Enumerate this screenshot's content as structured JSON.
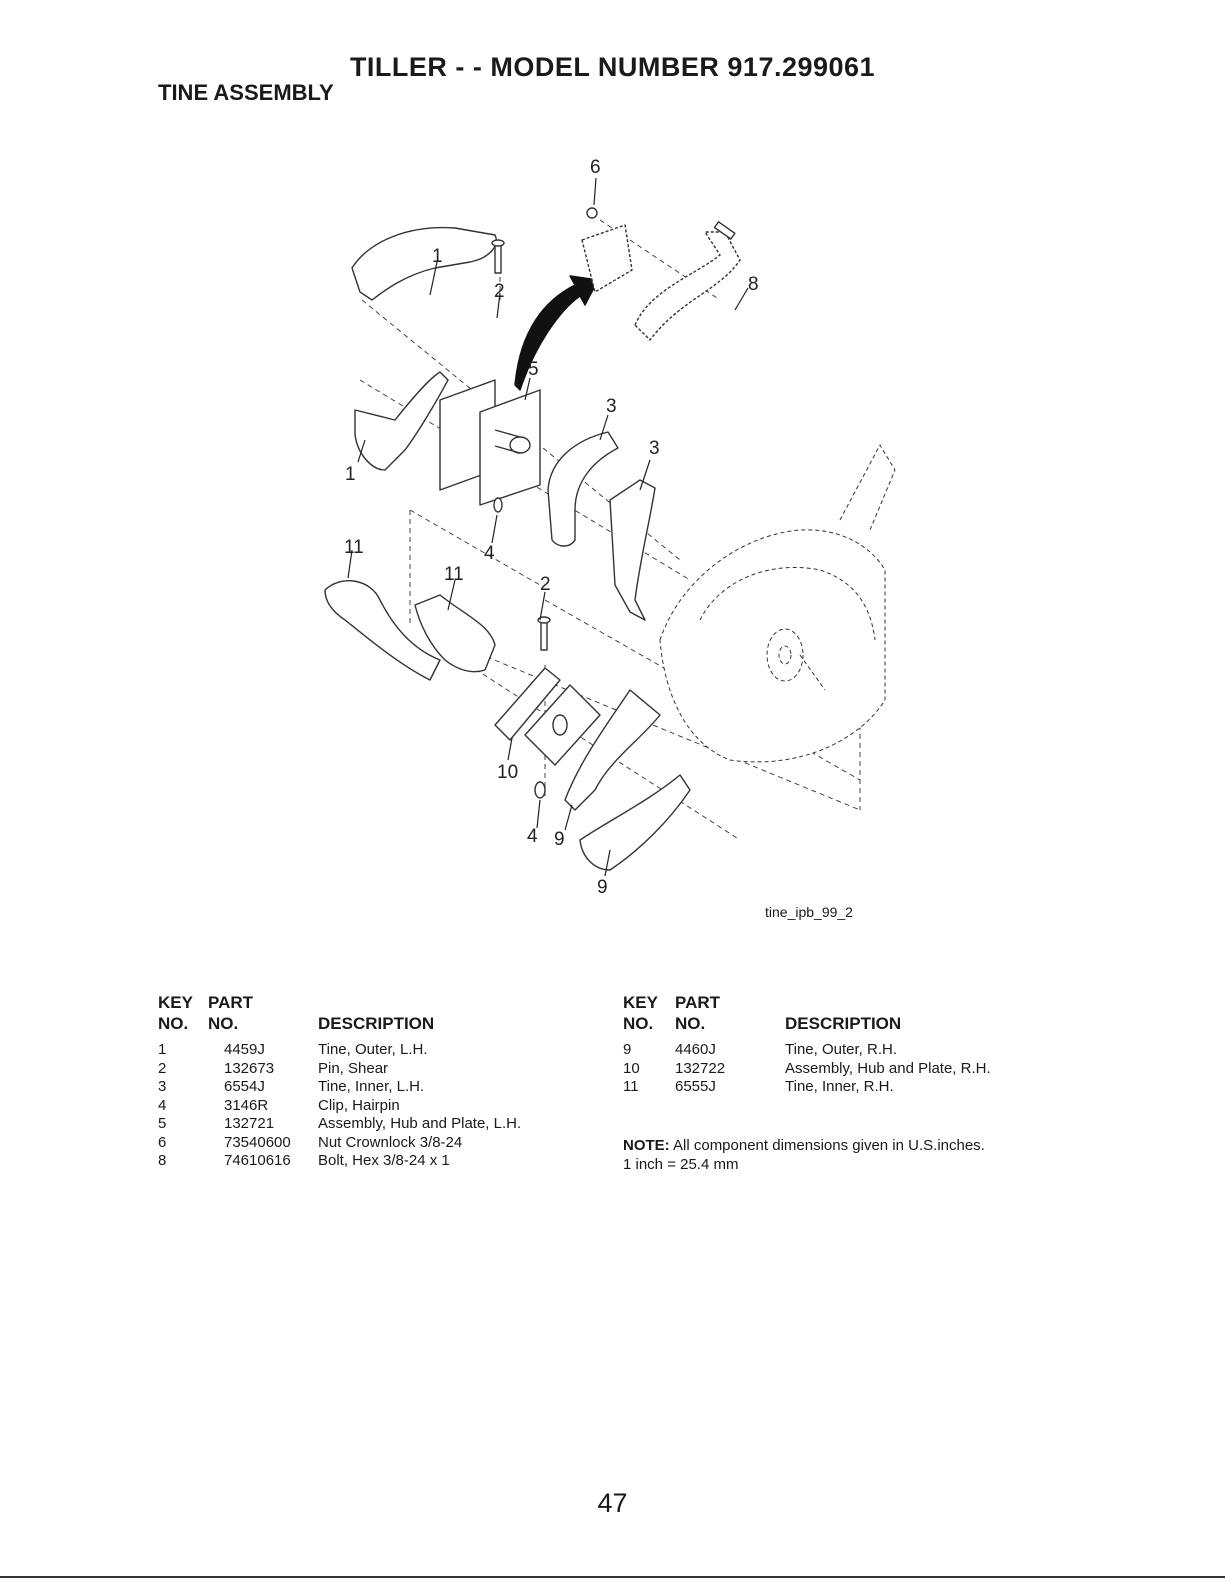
{
  "header": {
    "title": "TILLER - - MODEL NUMBER 917.299061",
    "section": "TINE ASSEMBLY"
  },
  "diagram": {
    "figure_id": "tine_ipb_99_2",
    "callouts": [
      "1",
      "2",
      "5",
      "3",
      "3",
      "6",
      "8",
      "1",
      "4",
      "11",
      "11",
      "2",
      "10",
      "4",
      "9",
      "9"
    ]
  },
  "parts_left": {
    "headers": {
      "key1": "KEY",
      "key2": "NO.",
      "part1": "PART",
      "part2": "NO.",
      "desc": "DESCRIPTION"
    },
    "rows": [
      {
        "key": "1",
        "part": "4459J",
        "desc": "Tine, Outer, L.H."
      },
      {
        "key": "2",
        "part": "132673",
        "desc": "Pin, Shear"
      },
      {
        "key": "3",
        "part": "6554J",
        "desc": "Tine, Inner, L.H."
      },
      {
        "key": "4",
        "part": "3146R",
        "desc": "Clip, Hairpin"
      },
      {
        "key": "5",
        "part": "132721",
        "desc": "Assembly, Hub and Plate, L.H."
      },
      {
        "key": "6",
        "part": "73540600",
        "desc": "Nut Crownlock 3/8-24"
      },
      {
        "key": "8",
        "part": "74610616",
        "desc": "Bolt, Hex 3/8-24 x 1"
      }
    ]
  },
  "parts_right": {
    "headers": {
      "key1": "KEY",
      "key2": "NO.",
      "part1": "PART",
      "part2": "NO.",
      "desc": "DESCRIPTION"
    },
    "rows": [
      {
        "key": "9",
        "part": "4460J",
        "desc": "Tine, Outer, R.H."
      },
      {
        "key": "10",
        "part": "132722",
        "desc": "Assembly, Hub and Plate, R.H."
      },
      {
        "key": "11",
        "part": "6555J",
        "desc": "Tine, Inner, R.H."
      }
    ]
  },
  "note": {
    "label": "NOTE:",
    "text": " All component dimensions given in U.S.inches.",
    "conversion": "1 inch = 25.4 mm"
  },
  "page_number": "47"
}
